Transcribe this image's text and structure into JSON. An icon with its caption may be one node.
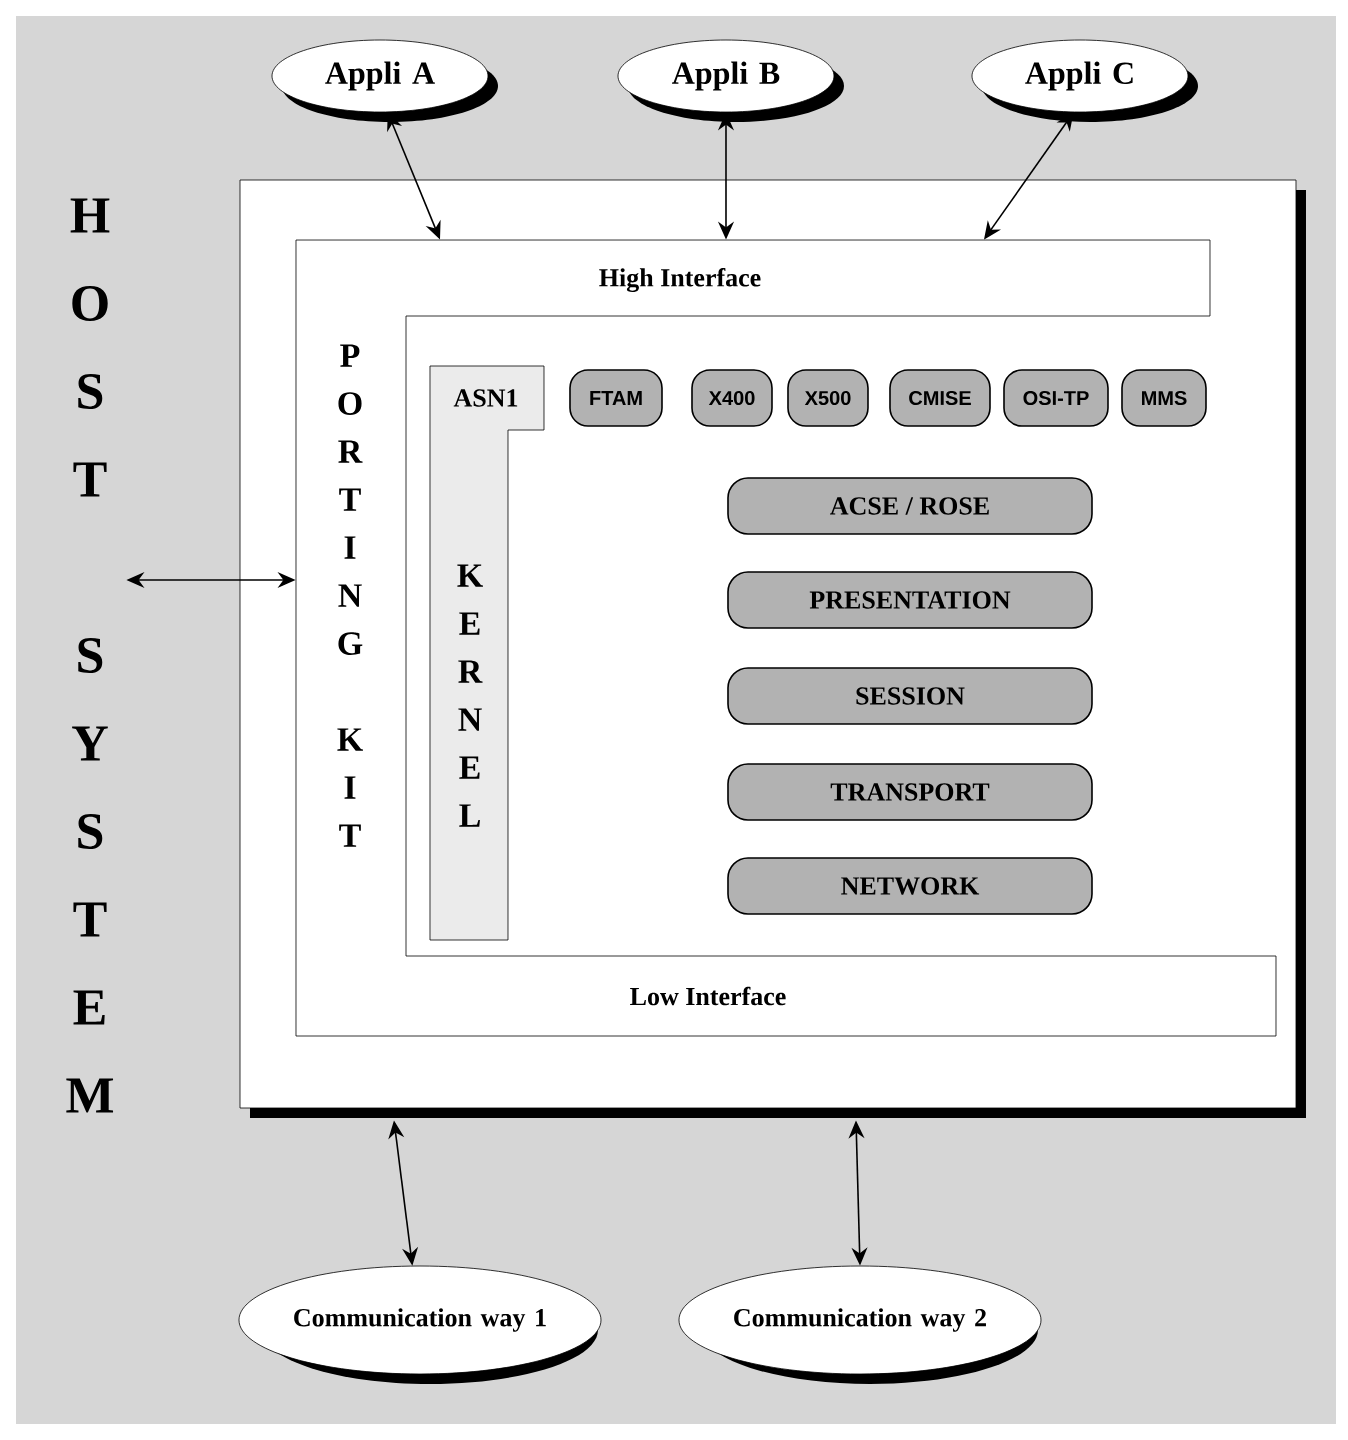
{
  "diagram": {
    "nodes": [
      {
        "text": [
          "Appli A"
        ]
      },
      {
        "text": [
          "Appli B"
        ]
      },
      {
        "text": [
          "Appli C"
        ]
      },
      {
        "text": [
          "HOST SYSTEM"
        ]
      },
      {
        "text": [],
        "shape": "box"
      },
      {
        "text": [
          "High Interface",
          "PORTING KIT",
          "Low Interface"
        ],
        "in": 4
      },
      {
        "text": [
          "ASN1",
          "KERNEL"
        ],
        "in": 4
      },
      {
        "text": [
          "FTAM"
        ],
        "in": 4
      },
      {
        "text": [
          "X400"
        ],
        "in": 4
      },
      {
        "text": [
          "X500"
        ],
        "in": 4
      },
      {
        "text": [
          "CMISE"
        ],
        "in": 4
      },
      {
        "text": [
          "OSI-TP"
        ],
        "in": 4
      },
      {
        "text": [
          "MMS"
        ],
        "in": 4
      },
      {
        "text": [
          "ACSE / ROSE"
        ],
        "in": 4
      },
      {
        "text": [
          "PRESENTATION"
        ],
        "in": 4
      },
      {
        "text": [
          "SESSION"
        ],
        "in": 4
      },
      {
        "text": [
          "TRANSPORT"
        ],
        "in": 4
      },
      {
        "text": [
          "NETWORK"
        ],
        "in": 4
      },
      {
        "text": [
          "Communication way 1"
        ]
      },
      {
        "text": [
          "Communication way 2"
        ]
      }
    ],
    "edges": [
      {
        "from": 0,
        "to": 5,
        "arrow": "both"
      },
      {
        "from": 1,
        "to": 5,
        "arrow": "both"
      },
      {
        "from": 2,
        "to": 5,
        "arrow": "both"
      },
      {
        "from": 3,
        "to": 5,
        "arrow": "both"
      },
      {
        "from": 4,
        "to": 18,
        "arrow": "both"
      },
      {
        "from": 4,
        "to": 19,
        "arrow": "both"
      }
    ]
  }
}
